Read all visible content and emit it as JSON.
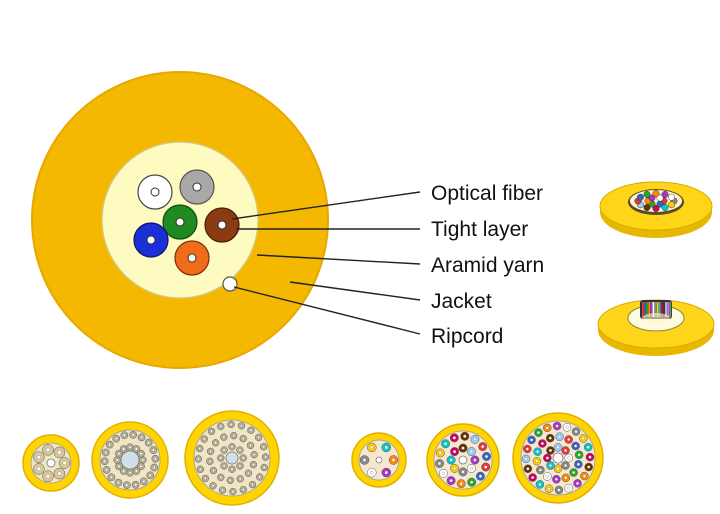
{
  "labels": {
    "optical_fiber": "Optical fiber",
    "tight_layer": "Tight layer",
    "aramid_yarn": "Aramid yarn",
    "jacket": "Jacket",
    "ripcord": "Ripcord"
  },
  "colors": {
    "jacket": "#f5b800",
    "jacket_edge": "#e6a800",
    "aramid": "#fdfbc0",
    "fiber_white": "#ffffff",
    "fiber_gray": "#a8a8a8",
    "fiber_green": "#1f8a1f",
    "fiber_brown": "#8b3a12",
    "fiber_blue": "#1a2fd6",
    "fiber_orange": "#f26a1b",
    "ripcord": "#ffffff"
  }
}
